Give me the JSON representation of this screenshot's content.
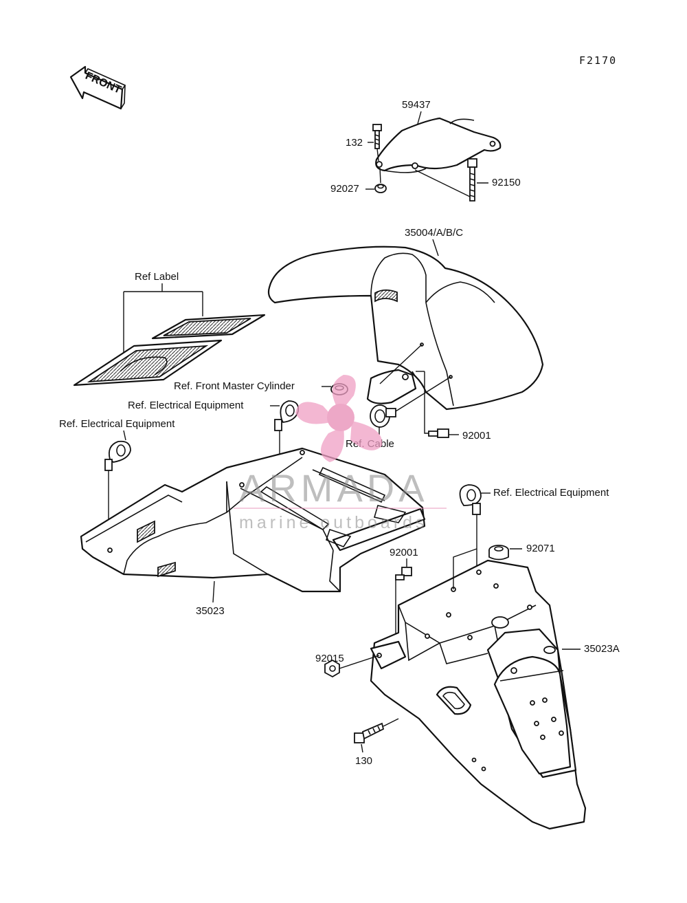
{
  "diagram": {
    "figure_code": "F2170",
    "front_arrow_label": "FRONT",
    "watermark": {
      "brand": "ARMADA",
      "tagline": "marine outboards",
      "logo_color": "#e88bb5"
    },
    "part_labels": {
      "p59437": "59437",
      "p132": "132",
      "p92027": "92027",
      "p92150": "92150",
      "p35004": "35004/A/B/C",
      "ref_label": "Ref Label",
      "ref_front_master": "Ref. Front Master Cylinder",
      "ref_elec_1": "Ref. Electrical Equipment",
      "ref_elec_2": "Ref. Electrical Equipment",
      "ref_cable": "Ref. Cable",
      "p92001_a": "92001",
      "ref_elec_3": "Ref. Electrical Equipment",
      "p92071": "92071",
      "p92001_b": "92001",
      "p35023": "35023",
      "p35023A": "35023A",
      "p92015": "92015",
      "p130": "130"
    }
  }
}
